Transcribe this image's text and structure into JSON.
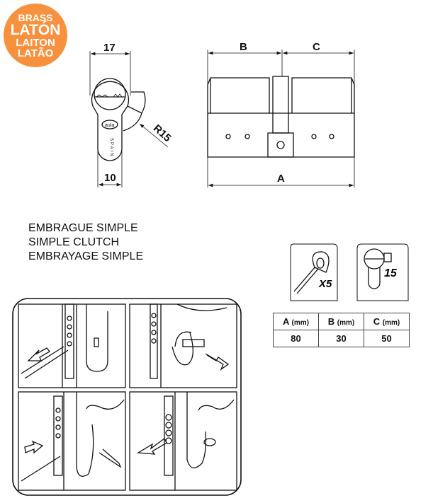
{
  "material_badge": {
    "lines": [
      "BRASS",
      "LATÓN",
      "LAITON",
      "LATÃO"
    ],
    "color": "#F7913D"
  },
  "front_view": {
    "dim_top": "17",
    "dim_bottom": "10",
    "dim_radius": "R15",
    "brand": "aula",
    "origin": "SPAIN"
  },
  "side_view": {
    "dim_b": "B",
    "dim_c": "C",
    "dim_a": "A"
  },
  "description": [
    "EMBRAGUE SIMPLE",
    "SIMPLE CLUTCH",
    "EMBRAYAGE SIMPLE"
  ],
  "icons": {
    "keys": {
      "label": "X5"
    },
    "cam": {
      "label": "15"
    }
  },
  "dimensions_table": {
    "headers": [
      {
        "letter": "A",
        "unit": "(mm)"
      },
      {
        "letter": "B",
        "unit": "(mm)"
      },
      {
        "letter": "C",
        "unit": "(mm)"
      }
    ],
    "values": [
      "80",
      "30",
      "50"
    ]
  }
}
